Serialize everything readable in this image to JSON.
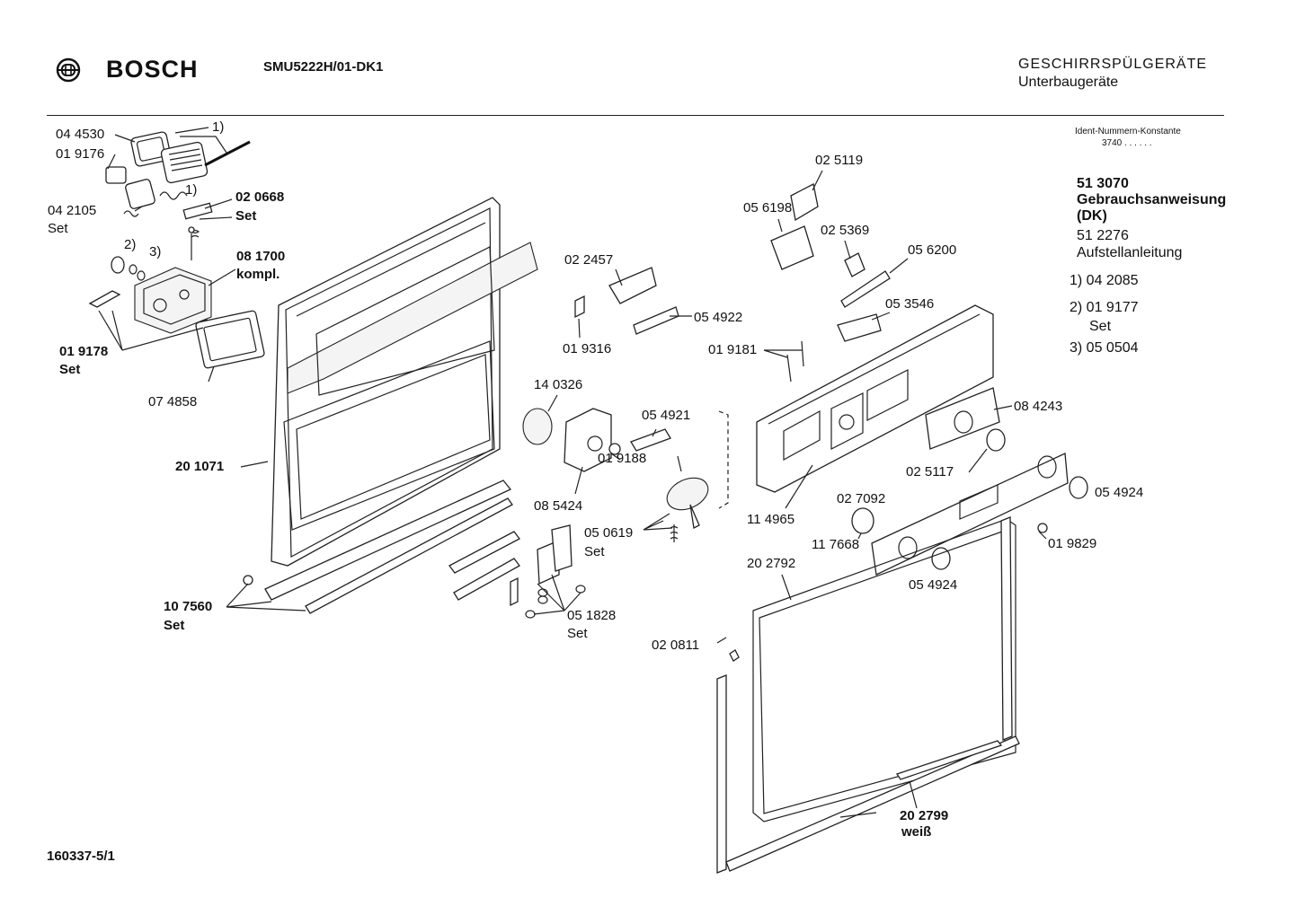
{
  "header": {
    "brand": "BOSCH",
    "model": "SMU5222H/01-DK1",
    "category": "GESCHIRRSPÜLGERÄTE",
    "subcategory": "Unterbaugeräte",
    "ident_title": "Ident-Nummern-Konstante",
    "ident_value": "3740  . .    . . . ."
  },
  "side_notes": {
    "manual_no": "51 3070",
    "manual_label": "Gebrauchsanweisung",
    "manual_lang": "(DK)",
    "install_no": "51 2276",
    "install_label": "Aufstellanleitung",
    "note1": "1) 04 2085",
    "note2": "2) 01 9177",
    "note2_set": "Set",
    "note3": "3) 05 0504"
  },
  "parts": {
    "p044530": "04 4530",
    "p019176": "01 9176",
    "p042105": "04 2105",
    "set_a": "Set",
    "m1": "1)",
    "m1b": "1)",
    "m2": "2)",
    "m3": "3)",
    "p020668": "02 0668",
    "set_b": "Set",
    "p081700": "08 1700",
    "kompl": "kompl.",
    "p019178": "01 9178",
    "set_c": "Set",
    "p074858": "07 4858",
    "p201071": "20 1071",
    "p107560": "10 7560",
    "set_d": "Set",
    "p022457": "02 2457",
    "p054922": "05 4922",
    "p019316": "01 9316",
    "p140326": "14 0326",
    "p054921": "05 4921",
    "p019188": "01 9188",
    "p085424": "08 5424",
    "p050619": "05 0619",
    "set_e": "Set",
    "p051828": "05 1828",
    "set_f": "Set",
    "p025119": "02 5119",
    "p056198": "05 6198",
    "p025369": "02 5369",
    "p056200": "05 6200",
    "p053546": "05 3546",
    "p019181": "01 9181",
    "p084243": "08 4243",
    "p025117": "02 5117",
    "p054924a": "05 4924",
    "p027092": "02 7092",
    "p114965": "11 4965",
    "p117668": "11 7668",
    "p019829": "01 9829",
    "p202792": "20 2792",
    "p054924b": "05 4924",
    "p020811": "02 0811",
    "p202799": "20 2799",
    "weiss": "weiß"
  },
  "footer": {
    "drawing_no": "160337-5/1"
  }
}
